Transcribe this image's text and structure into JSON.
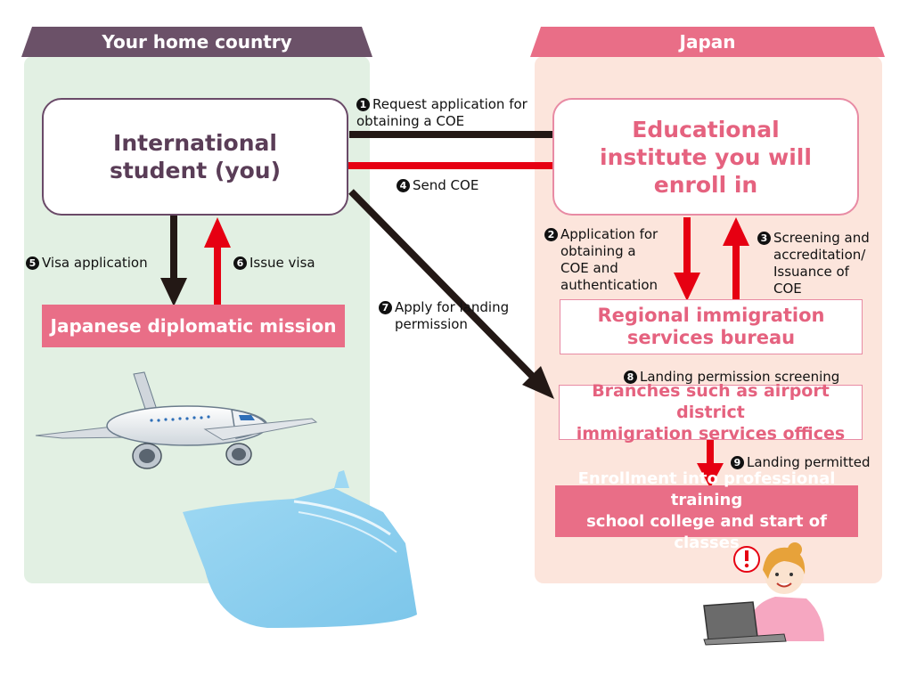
{
  "regions": {
    "home": {
      "title": "Your home country",
      "tab_color": "#6b5168",
      "bg_color": "#e2f0e3"
    },
    "japan": {
      "title": "Japan",
      "tab_color": "#e96e87",
      "bg_color": "#fce5dc"
    }
  },
  "nodes": {
    "student": "International\nstudent (you)",
    "institute": "Educational\ninstitute you will\nenroll in",
    "embassy": "Japanese diplomatic mission",
    "bureau": "Regional immigration\nservices bureau",
    "branch": "Branches such as airport district\nimmigration services offices",
    "enrollment": "Enrollment into professional training\nschool college and start of classes"
  },
  "steps": [
    {
      "num": "1",
      "label": "Request application for\nobtaining a COE"
    },
    {
      "num": "2",
      "label": "Application for\nobtaining a\nCOE and\nauthentication"
    },
    {
      "num": "3",
      "label": "Screening and\naccreditation/\nIssuance of\nCOE"
    },
    {
      "num": "4",
      "label": "Send COE"
    },
    {
      "num": "5",
      "label": "Visa application"
    },
    {
      "num": "6",
      "label": "Issue visa"
    },
    {
      "num": "7",
      "label": "Apply for landing\npermission"
    },
    {
      "num": "8",
      "label": "Landing permission screening"
    },
    {
      "num": "9",
      "label": "Landing permitted"
    }
  ],
  "colors": {
    "dark_arrow": "#231815",
    "red_arrow": "#e60012",
    "pink_text": "#e5627f",
    "purple_text": "#5a3d57"
  },
  "illustrations": [
    "airplane-illustration",
    "ship-illustration",
    "woman-with-laptop-illustration",
    "exclamation-icon"
  ]
}
